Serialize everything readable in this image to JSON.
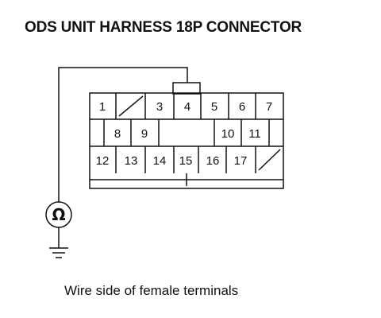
{
  "title": "ODS UNIT HARNESS 18P CONNECTOR",
  "caption": "Wire side of female terminals",
  "meter_symbol": "Ω",
  "probe_terminal": "4",
  "terminals": {
    "row1": [
      "1",
      "3",
      "4",
      "5",
      "6",
      "7"
    ],
    "row2": [
      "8",
      "9",
      "10",
      "11"
    ],
    "row3": [
      "12",
      "13",
      "14",
      "15",
      "16",
      "17"
    ]
  },
  "icons": [
    "ohmmeter-icon",
    "ground-icon"
  ]
}
